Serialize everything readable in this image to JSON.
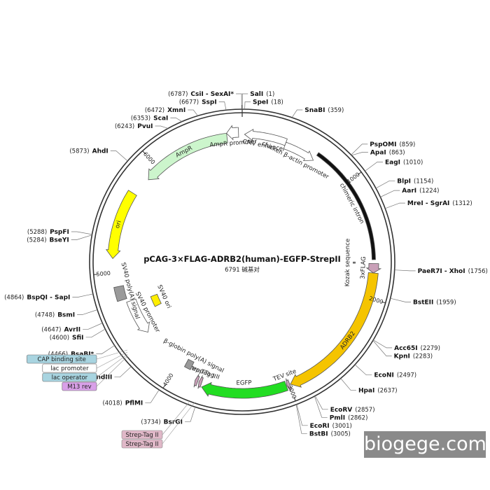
{
  "plasmid": {
    "name": "pCAG-3×FLAG-ADRB2(human)-EGFP-StrepII",
    "length_label": "6791 碱基对",
    "length": 6791
  },
  "ticks": [
    {
      "pos": 1000,
      "label": "1000"
    },
    {
      "pos": 2000,
      "label": "2000"
    },
    {
      "pos": 3000,
      "label": "3000"
    },
    {
      "pos": 4000,
      "label": "4000"
    },
    {
      "pos": 5000,
      "label": "5000"
    },
    {
      "pos": 6000,
      "label": "6000"
    }
  ],
  "sites": [
    {
      "name": "SalI",
      "pos_label": "(1)",
      "pos": 1,
      "side": "right"
    },
    {
      "name": "SpeI",
      "pos_label": "(18)",
      "pos": 18,
      "side": "right"
    },
    {
      "name": "SnaBI",
      "pos_label": "(359)",
      "pos": 359,
      "side": "right"
    },
    {
      "name": "PspOMI",
      "pos_label": "(859)",
      "pos": 859,
      "side": "right"
    },
    {
      "name": "ApaI",
      "pos_label": "(863)",
      "pos": 863,
      "side": "right"
    },
    {
      "name": "EagI",
      "pos_label": "(1010)",
      "pos": 1010,
      "side": "right"
    },
    {
      "name": "BlpI",
      "pos_label": "(1154)",
      "pos": 1154,
      "side": "right"
    },
    {
      "name": "AarI",
      "pos_label": "(1224)",
      "pos": 1224,
      "side": "right"
    },
    {
      "name": "MreI - SgrAI",
      "pos_label": "(1312)",
      "pos": 1312,
      "side": "right"
    },
    {
      "name": "PaeR7I - XhoI",
      "pos_label": "(1756)",
      "pos": 1756,
      "side": "right"
    },
    {
      "name": "BstEII",
      "pos_label": "(1959)",
      "pos": 1959,
      "side": "right"
    },
    {
      "name": "Acc65I",
      "pos_label": "(2279)",
      "pos": 2279,
      "side": "right"
    },
    {
      "name": "KpnI",
      "pos_label": "(2283)",
      "pos": 2283,
      "side": "right"
    },
    {
      "name": "EcoNI",
      "pos_label": "(2497)",
      "pos": 2497,
      "side": "right"
    },
    {
      "name": "HpaI",
      "pos_label": "(2637)",
      "pos": 2637,
      "side": "right"
    },
    {
      "name": "EcoRV",
      "pos_label": "(2857)",
      "pos": 2857,
      "side": "right"
    },
    {
      "name": "PmlI",
      "pos_label": "(2862)",
      "pos": 2862,
      "side": "right"
    },
    {
      "name": "EcoRI",
      "pos_label": "(3001)",
      "pos": 3001,
      "side": "right"
    },
    {
      "name": "BstBI",
      "pos_label": "(3005)",
      "pos": 3005,
      "side": "right"
    },
    {
      "name": "BsrGI",
      "pos_label": "(3734)",
      "pos": 3734,
      "side": "left"
    },
    {
      "name": "PflMI",
      "pos_label": "(4018)",
      "pos": 4018,
      "side": "left"
    },
    {
      "name": "HindIII",
      "pos_label": "(4276)",
      "pos": 4276,
      "side": "left"
    },
    {
      "name": "BsaBI*",
      "pos_label": "(4466)",
      "pos": 4466,
      "side": "left",
      "muted": true
    },
    {
      "name": "SfiI",
      "pos_label": "(4600)",
      "pos": 4600,
      "side": "left"
    },
    {
      "name": "AvrII",
      "pos_label": "(4647)",
      "pos": 4647,
      "side": "left"
    },
    {
      "name": "BsmI",
      "pos_label": "(4748)",
      "pos": 4748,
      "side": "left"
    },
    {
      "name": "BspQI - SapI",
      "pos_label": "(4864)",
      "pos": 4864,
      "side": "left"
    },
    {
      "name": "BseYI",
      "pos_label": "(5284)",
      "pos": 5284,
      "side": "left"
    },
    {
      "name": "PspFI",
      "pos_label": "(5288)",
      "pos": 5288,
      "side": "left"
    },
    {
      "name": "AhdI",
      "pos_label": "(5873)",
      "pos": 5873,
      "side": "left"
    },
    {
      "name": "PvuI",
      "pos_label": "(6243)",
      "pos": 6243,
      "side": "left"
    },
    {
      "name": "ScaI",
      "pos_label": "(6353)",
      "pos": 6353,
      "side": "left"
    },
    {
      "name": "XmnI",
      "pos_label": "(6472)",
      "pos": 6472,
      "side": "left"
    },
    {
      "name": "SspI",
      "pos_label": "(6677)",
      "pos": 6677,
      "side": "left"
    },
    {
      "name": "CsiI",
      "pos_label": "(6787)",
      "pos": 6787,
      "side": "left",
      "extra": "SexAI*"
    }
  ],
  "features": [
    {
      "name": "CMV enhancer",
      "start": 20,
      "end": 380,
      "color": "#ffffff",
      "dir": "ccw"
    },
    {
      "name": "chicken β-actin promoter",
      "start": 380,
      "end": 660,
      "color": "#ffffff",
      "dir": "cw"
    },
    {
      "name": "chimeric intron",
      "start": 660,
      "end": 1680,
      "color": "#111111",
      "dir": "none"
    },
    {
      "name": "Kozak sequence",
      "start": 1700,
      "end": 1712,
      "color": "#888888",
      "dir": "none"
    },
    {
      "name": "3xFLAG",
      "start": 1712,
      "end": 1790,
      "color": "#c9a0b8",
      "dir": "cw"
    },
    {
      "name": "ADRB2",
      "start": 1790,
      "end": 2990,
      "color": "#f5c400",
      "dir": "cw"
    },
    {
      "name": "TEV site",
      "start": 2995,
      "end": 3020,
      "color": "#c9a0b8",
      "dir": "cw"
    },
    {
      "name": "EGFP",
      "start": 3025,
      "end": 3735,
      "color": "#22dd22",
      "dir": "cw"
    },
    {
      "name": "Strep-Tag II",
      "start": 3745,
      "end": 3770,
      "color": "#c9a0b8",
      "dir": "cw"
    },
    {
      "name": "Strep-Tag II",
      "start": 3780,
      "end": 3805,
      "color": "#c9a0b8",
      "dir": "cw"
    },
    {
      "name": "β-globin poly(A) signal",
      "start": 3880,
      "end": 3940,
      "color": "#999999",
      "dir": "none"
    },
    {
      "name": "SV40 promoter",
      "start": 4400,
      "end": 4730,
      "color": "#ffffff",
      "dir": "ccw"
    },
    {
      "name": "SV40 ori",
      "start": 4580,
      "end": 4700,
      "color": "#ffee00",
      "dir": "none"
    },
    {
      "name": "SV40 poly(A) signal",
      "start": 4760,
      "end": 4880,
      "color": "#9a9a9a",
      "dir": "none"
    },
    {
      "name": "ori",
      "start": 5120,
      "end": 5700,
      "color": "#ffff00",
      "dir": "ccw"
    },
    {
      "name": "AmpR",
      "start": 5870,
      "end": 6660,
      "color": "#ccf5cc",
      "dir": "ccw"
    },
    {
      "name": "AmpR promoter",
      "start": 6660,
      "end": 6760,
      "color": "#ffffff",
      "dir": "ccw"
    }
  ],
  "side_boxes": [
    {
      "name": "CAP binding site",
      "color": "#a8d4e0"
    },
    {
      "name": "lac promoter",
      "color": "#ffffff"
    },
    {
      "name": "lac operator",
      "color": "#a8d4e0"
    },
    {
      "name": "M13 rev",
      "color": "#d9a0e8"
    }
  ],
  "strep_boxes": [
    {
      "name": "Strep-Tag II",
      "color": "#e0b8c8"
    },
    {
      "name": "Strep-Tag II",
      "color": "#e0b8c8"
    }
  ],
  "watermark": "biogege.com"
}
